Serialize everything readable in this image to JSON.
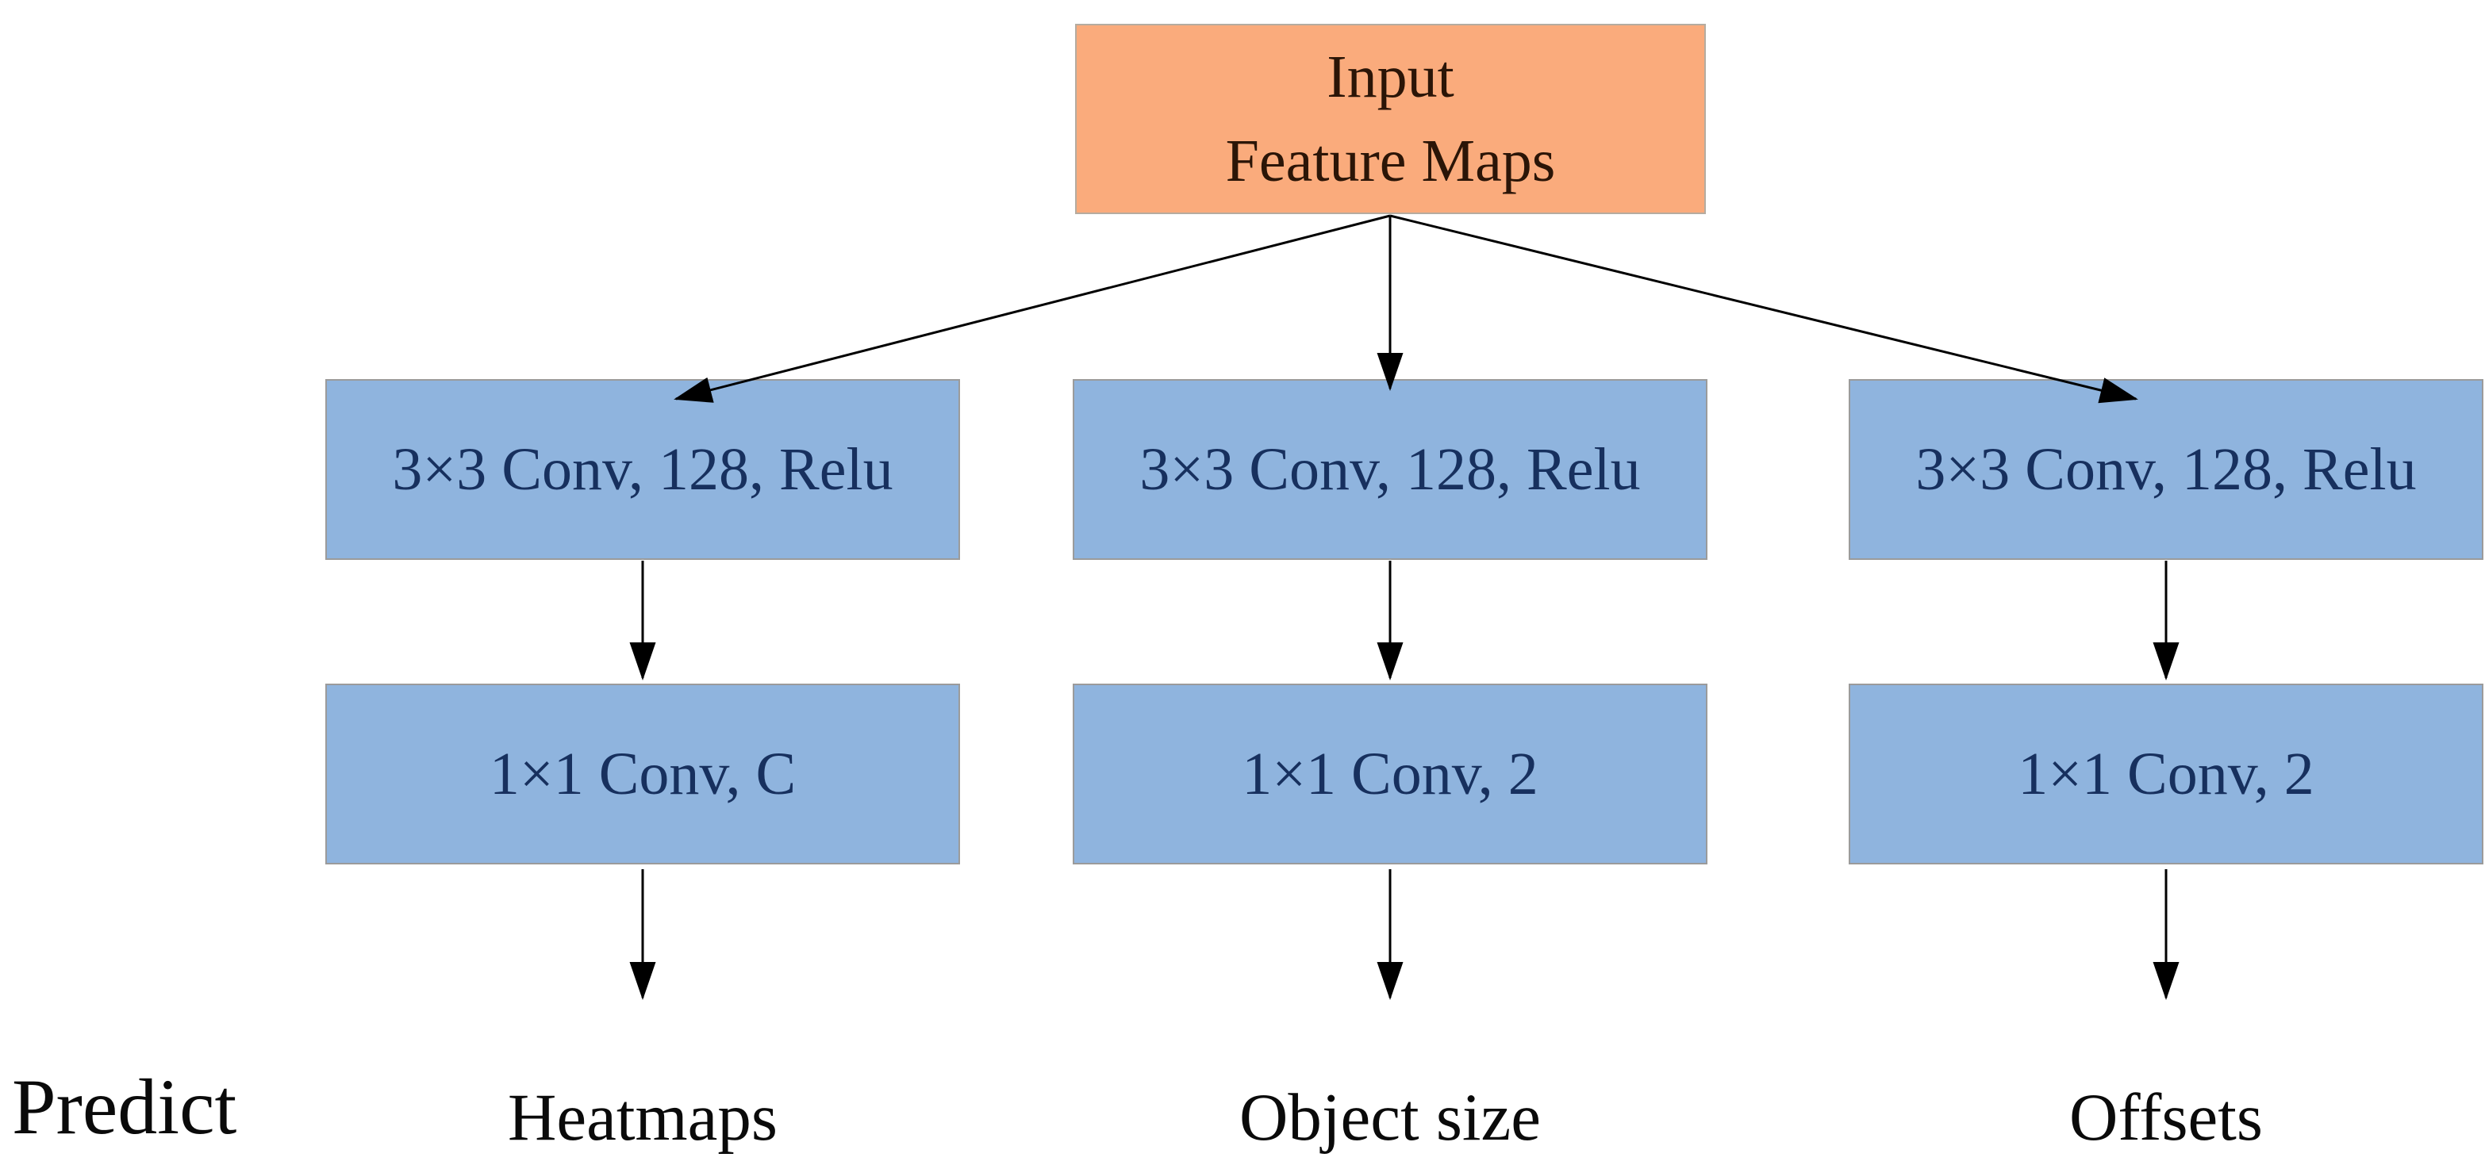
{
  "diagram": {
    "title_semantic": "detection head network diagram",
    "input_box": {
      "line1": "Input",
      "line2": "Feature Maps"
    },
    "branches": [
      {
        "conv1": "3×3 Conv, 128, Relu",
        "conv2": "1×1 Conv, C",
        "output_label": "Heatmaps"
      },
      {
        "conv1": "3×3 Conv, 128, Relu",
        "conv2": "1×1 Conv, 2",
        "output_label": "Object size"
      },
      {
        "conv1": "3×3 Conv, 128, Relu",
        "conv2": "1×1 Conv, 2",
        "output_label": "Offsets"
      }
    ],
    "predict_label": "Predict",
    "colors": {
      "input_fill": "#FAAB7C",
      "conv_fill": "#8FB4DE",
      "conv_text": "#17305E",
      "input_text": "#2B1507",
      "arrow": "#000000",
      "background": "#FFFFFF"
    }
  }
}
